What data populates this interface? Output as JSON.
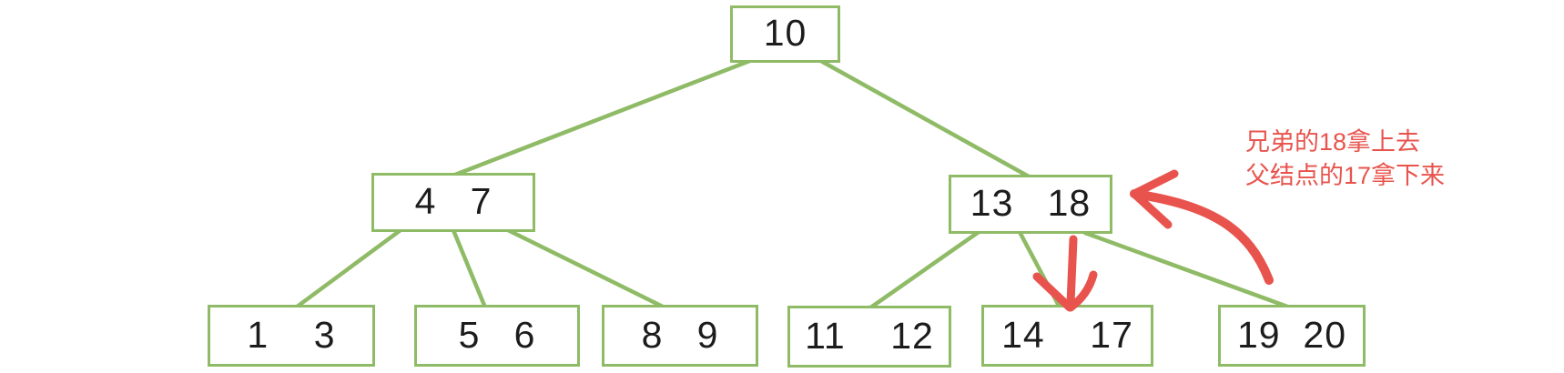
{
  "diagram": {
    "type": "b-tree (2-3 tree) key borrowing illustration",
    "tree": {
      "root": {
        "keys": [
          10
        ],
        "label": "10"
      },
      "level2": [
        {
          "keys": [
            4,
            7
          ],
          "label": "4   7"
        },
        {
          "keys": [
            13,
            18
          ],
          "label": "13   18"
        }
      ],
      "level3": [
        {
          "keys": [
            1,
            3
          ],
          "label": "1    3"
        },
        {
          "keys": [
            5,
            6
          ],
          "label": "5   6"
        },
        {
          "keys": [
            8,
            9
          ],
          "label": "8   9"
        },
        {
          "keys": [
            11,
            12
          ],
          "label": "11    12"
        },
        {
          "keys": [
            14,
            17
          ],
          "label": "14    17"
        },
        {
          "keys": [
            19,
            20
          ],
          "label": "19  20"
        }
      ],
      "edges": [
        "10 -> 4 7",
        "10 -> 13 18",
        "4 7 -> 1 3",
        "4 7 -> 5 6",
        "4 7 -> 8 9",
        "13 18 -> 11 12",
        "13 18 -> 14 17",
        "13 18 -> 19 20"
      ]
    },
    "annotation": {
      "line1": "兄弟的18拿上去",
      "line2": "父结点的17拿下来"
    },
    "arrows": [
      {
        "name": "red-down-arrow",
        "from": "13 18 bottom",
        "to": "14 17 top"
      },
      {
        "name": "red-curved-arrow",
        "from": "above 19 20",
        "to": "13 18 right side"
      }
    ],
    "colors": {
      "edge_green": "#8FBB66",
      "annotation_red": "#E8544D",
      "key_text": "#1c1c1c",
      "background": "#ffffff"
    }
  }
}
